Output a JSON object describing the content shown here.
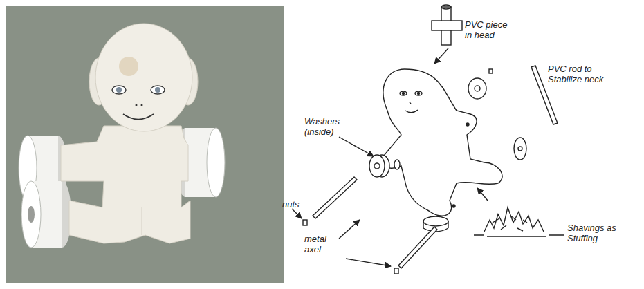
{
  "diagram": {
    "labels": [
      "PVC piece in head",
      "PVC rod to Stabilize neck",
      "Washers (inside)",
      "nuts",
      "metal axel",
      "Shavings as Stuffing"
    ]
  }
}
